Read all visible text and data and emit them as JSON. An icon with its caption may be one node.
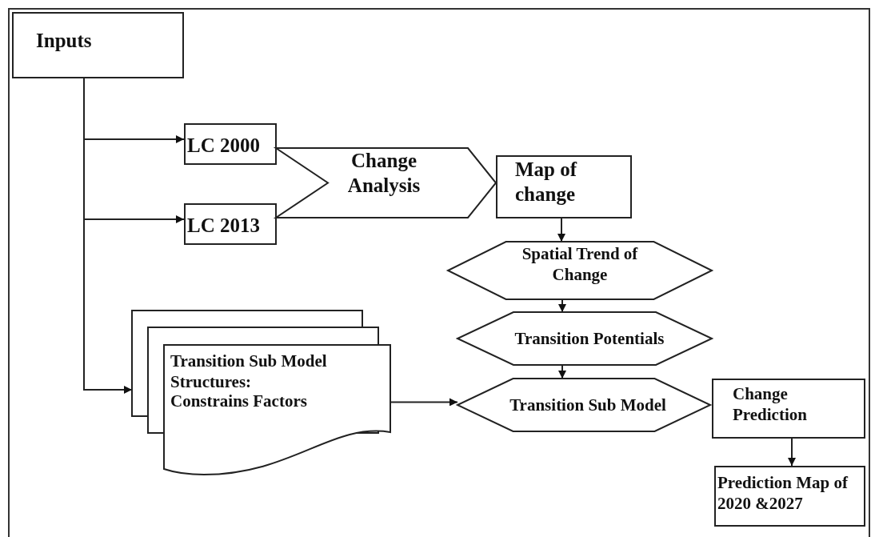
{
  "diagram": {
    "nodes": [
      {
        "text": [
          "Inputs"
        ]
      },
      {
        "text": [
          "LC 2000"
        ]
      },
      {
        "text": [
          "LC 2013"
        ]
      },
      {
        "text": [
          "Change Analysis"
        ]
      },
      {
        "text": [
          "Map of change"
        ]
      },
      {
        "text": [
          "Spatial Trend of Change"
        ]
      },
      {
        "text": [
          "Transition Potentials"
        ]
      },
      {
        "text": [
          "Transition Sub Model"
        ]
      },
      {
        "text": [
          "Transition Sub Model Structures:",
          "Constrains Factors"
        ]
      },
      {
        "text": [
          "Change Prediction"
        ]
      },
      {
        "text": [
          "Prediction Map of 2020 &2027"
        ]
      }
    ],
    "edges": [
      {
        "from": 0,
        "to": 1,
        "arrow": "to"
      },
      {
        "from": 0,
        "to": 2,
        "arrow": "to"
      },
      {
        "from": 0,
        "to": 8,
        "arrow": "to"
      },
      {
        "from": 4,
        "to": 5,
        "arrow": "to"
      },
      {
        "from": 5,
        "to": 6,
        "arrow": "to"
      },
      {
        "from": 6,
        "to": 7,
        "arrow": "to"
      },
      {
        "from": 8,
        "to": 7,
        "arrow": "to"
      },
      {
        "from": 9,
        "to": 10,
        "arrow": "to"
      }
    ]
  }
}
